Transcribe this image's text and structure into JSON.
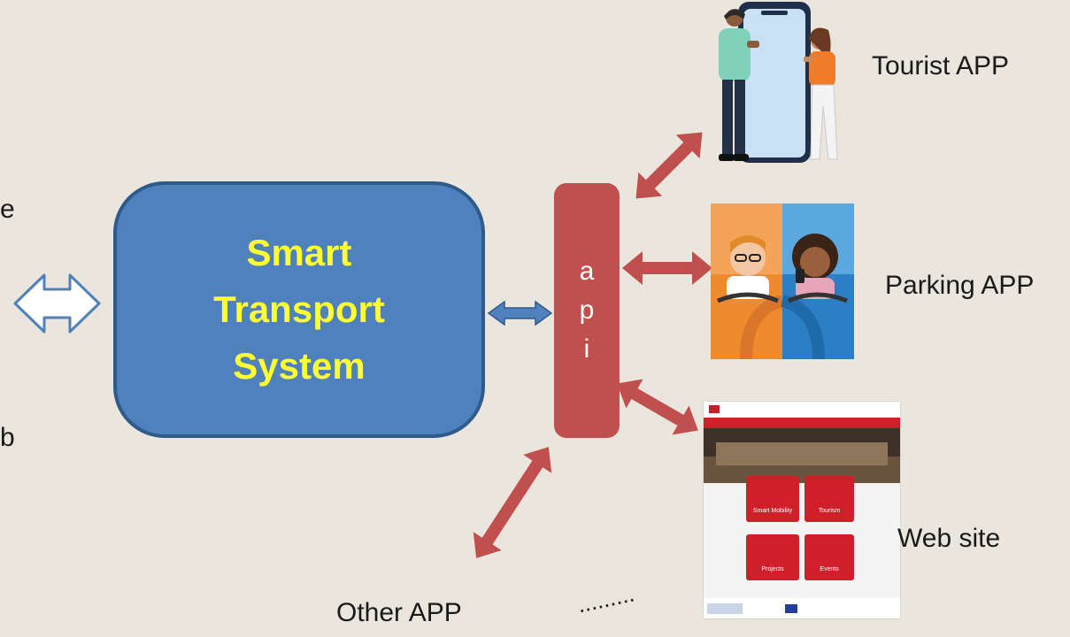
{
  "left_edge_fragments": [
    "e",
    "b"
  ],
  "core_system": {
    "lines": [
      "Smart",
      "Transport",
      "System"
    ]
  },
  "api": {
    "letters": [
      "a",
      "p",
      "i"
    ]
  },
  "clients": {
    "tourist_app": "Tourist APP",
    "parking_app": "Parking APP",
    "web_site": "Web site",
    "other_app": "Other APP",
    "ellipsis": "........."
  },
  "website_mock": {
    "tiles": [
      "Smart Mobility",
      "Tourism",
      "Projects",
      "Events"
    ]
  },
  "colors": {
    "background": "#ebe6dd",
    "core_fill": "#4f81bd",
    "core_text": "#ffff33",
    "api_fill": "#c0504d",
    "arrow_red": "#c0504d",
    "arrow_blue": "#4f81bd"
  }
}
